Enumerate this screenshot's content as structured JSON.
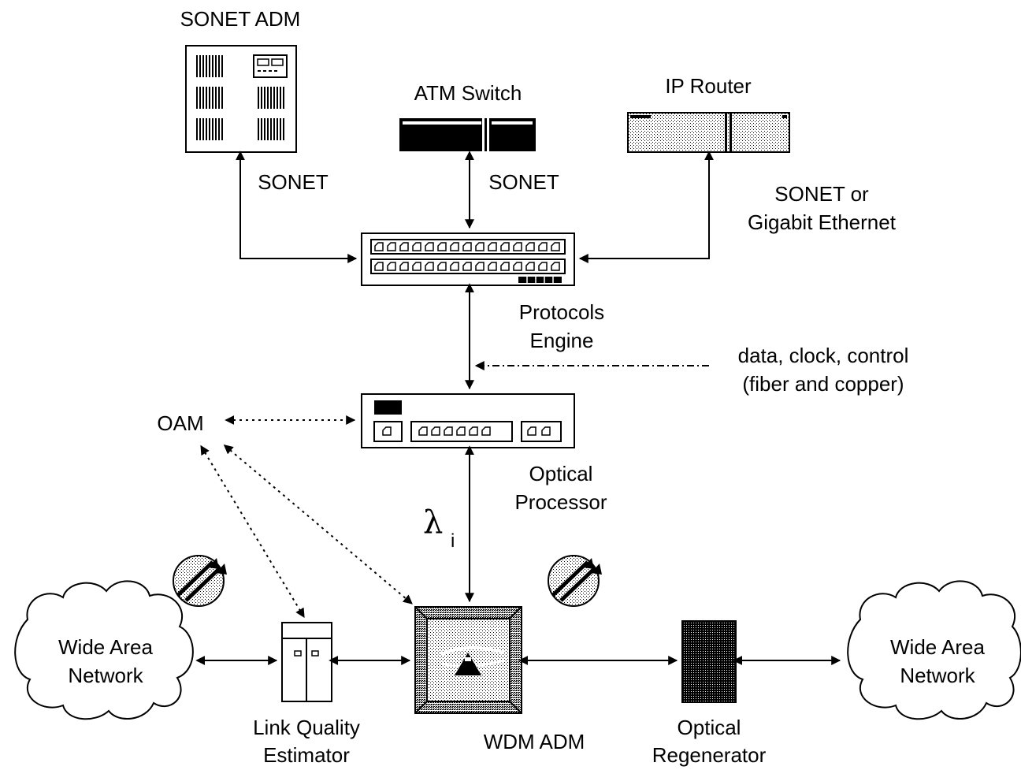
{
  "labels": {
    "sonet_adm": "SONET ADM",
    "atm_switch": "ATM Switch",
    "ip_router": "IP Router",
    "sonet_left": "SONET",
    "sonet_middle": "SONET",
    "sonet_or": "SONET or",
    "gigabit_ethernet": "Gigabit Ethernet",
    "protocols": "Protocols",
    "engine": "Engine",
    "data_clock_control": "data, clock, control",
    "fiber_copper": "(fiber and copper)",
    "oam": "OAM",
    "optical": "Optical",
    "processor": "Processor",
    "lambda": "λ",
    "lambda_sub": "i",
    "wan_left_1": "Wide Area",
    "wan_left_2": "Network",
    "wan_right_1": "Wide Area",
    "wan_right_2": "Network",
    "link_quality": "Link Quality",
    "estimator": "Estimator",
    "wdm_adm": "WDM ADM",
    "optical_reg_1": "Optical",
    "regenerator": "Regenerator"
  }
}
